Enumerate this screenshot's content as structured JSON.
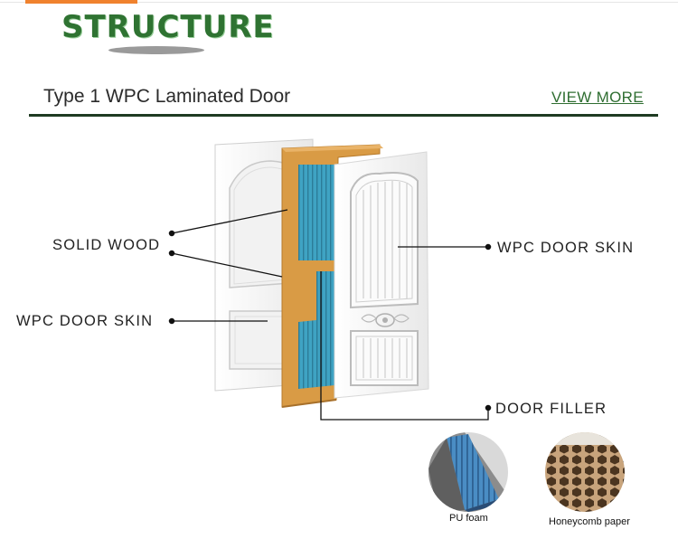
{
  "header": {
    "title": "STRUCTURE",
    "accent_color": "#f0822e",
    "title_color": "#2f7332"
  },
  "section": {
    "heading": "Type 1 WPC Laminated Door",
    "view_more": "VIEW MORE"
  },
  "diagram": {
    "labels": {
      "solid_wood": "SOLID WOOD",
      "skin_left": "WPC  DOOR  SKIN",
      "skin_right": "WPC  DOOR  SKIN",
      "door_filler": "DOOR  FILLER"
    },
    "colors": {
      "wood": "#d99b45",
      "filler": "#3f9fbf",
      "skin": "#f7f7f7"
    }
  },
  "fillers": [
    {
      "caption": "PU foam",
      "icon": "pu-foam-icon"
    },
    {
      "caption": "Honeycomb paper",
      "icon": "honeycomb-icon"
    }
  ]
}
